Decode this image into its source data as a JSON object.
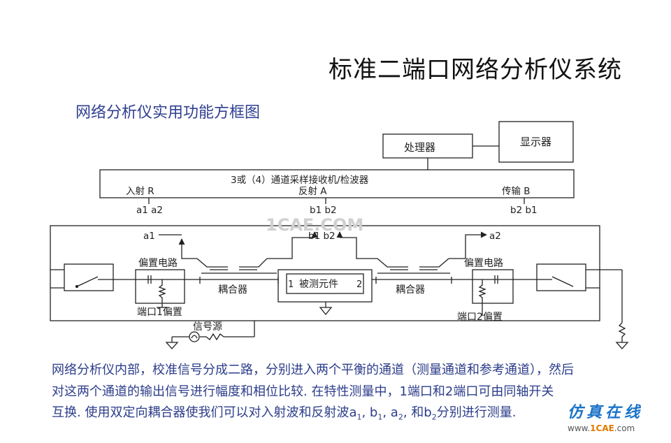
{
  "page": {
    "title": "标准二端口网络分析仪系统",
    "subtitle": "网络分析仪实用功能方框图"
  },
  "diagram": {
    "processor": "处理器",
    "display": "显示器",
    "receiver": "3或（4）通道采样接收机/检波器",
    "incident_r": "入射 R",
    "reflect_a": "反射 A",
    "transmit_b": "传输 B",
    "tap_left": "a1 a2",
    "tap_mid": "b1 b2",
    "tap_right": "b2 b1",
    "arrow_a1": "a1",
    "arrow_b1b2": "b1 b2",
    "arrow_a2": "a2",
    "bias_left": "偏置电路",
    "bias_right": "偏置电路",
    "coupler_left": "耦合器",
    "coupler_right": "耦合器",
    "dut": "被测元件",
    "dut_port1": "1",
    "dut_port2": "2",
    "port1_bias": "端口1偏置",
    "port2_bias": "端口2偏置",
    "source": "信号源",
    "watermark": "1CAE.COM"
  },
  "paragraph": {
    "line1": "网络分析仪内部，校准信号分成二路，分别进入两个平衡的通道（测量通道和参考通道），然后",
    "line2": "对这两个通道的输出信号进行幅度和相位比较. 在特性测量中，1端口和2端口可由同轴开关",
    "line3_prefix": "互换. 使用双定向耦合器使我们可以对入射波和反射波a",
    "sub1": "1",
    "sep1": ", b",
    "sub2": "1",
    "sep2": ", a",
    "sub3": "2",
    "sep3": ", 和b",
    "sub4": "2",
    "line3_suffix": "分别进行测量."
  },
  "logo": {
    "cn": "仿真在线",
    "url_prefix": "www.",
    "url_brand": "1CAE",
    "url_suffix": ".com"
  },
  "colors": {
    "title": "#111111",
    "text_blue": "#2c3d8a",
    "line": "#222222",
    "watermark": "#d0d0d0"
  }
}
